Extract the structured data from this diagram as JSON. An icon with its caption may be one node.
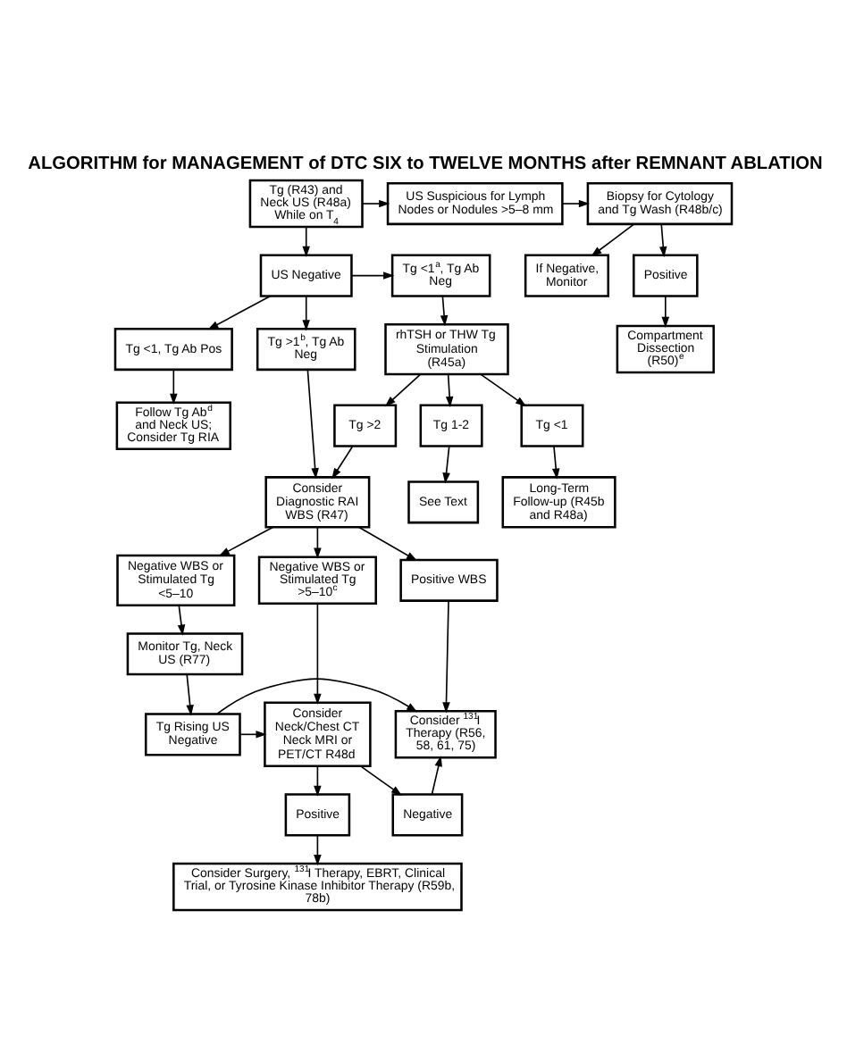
{
  "diagram": {
    "title": "ALGORITHM for MANAGEMENT of DTC SIX to TWELVE MONTHS after REMNANT ABLATION",
    "nodes": [
      {
        "text": [
          "Tg (R43) and Neck US (R48a) While on T$_{4}$"
        ]
      },
      {
        "text": [
          "US Suspicious for Lymph Nodes or Nodules >5–8 mm"
        ]
      },
      {
        "text": [
          "Biopsy for Cytology and Tg Wash (R48b/c)"
        ]
      },
      {
        "text": [
          "Tg <1$^{a}$, Tg Ab Neg"
        ]
      },
      {
        "text": [
          "US Negative"
        ]
      },
      {
        "text": [
          "If Negative, Monitor"
        ]
      },
      {
        "text": [
          "Positive"
        ]
      },
      {
        "text": [
          "Compartment Dissection (R50)$^{e}$"
        ]
      },
      {
        "text": [
          "rhTSH or THW Tg Stimulation (R45a)"
        ]
      },
      {
        "text": [
          "Tg >1$^{b}$, Tg Ab Neg"
        ]
      },
      {
        "text": [
          "Tg <1, Tg Ab Pos"
        ]
      },
      {
        "text": [
          "Tg <1"
        ]
      },
      {
        "text": [
          "Long-Term Follow-up (R45b and R48a)"
        ]
      },
      {
        "text": [
          "Tg 1-2"
        ]
      },
      {
        "text": [
          "See Text"
        ]
      },
      {
        "text": [
          "Tg >2"
        ]
      },
      {
        "text": [
          "Consider Diagnostic RAI WBS (R47)"
        ]
      },
      {
        "text": [
          "Follow Tg Ab$^{d}$ and Neck US; Consider Tg RIA"
        ]
      },
      {
        "text": [
          "Negative WBS or Stimulated Tg >5–10$^{c}$"
        ]
      },
      {
        "text": [
          "Negative WBS or Stimulated Tg <5–10"
        ]
      },
      {
        "text": [
          "Positive WBS"
        ]
      },
      {
        "text": [
          "Monitor Tg, Neck US (R77)"
        ]
      },
      {
        "text": [
          "Consider Neck/Chest CT Neck MRI or PET/CT R48d"
        ]
      },
      {
        "text": [
          "Tg Rising US Negative"
        ]
      },
      {
        "text": [
          "Consider $^{131}$I Therapy (R56, 58, 61, 75)"
        ]
      },
      {
        "text": [
          "Negative"
        ]
      },
      {
        "text": [
          "Positive"
        ]
      },
      {
        "text": [
          "Consider Surgery, $^{131}$I Therapy, EBRT, Clinical Trial, or Tyrosine Kinase Inhibitor Therapy (R59b, 78b)"
        ]
      }
    ],
    "edges": [
      {
        "from": 0,
        "to": 1,
        "arrow": "to"
      },
      {
        "from": 1,
        "to": 2,
        "arrow": "to"
      },
      {
        "from": 0,
        "to": 4,
        "arrow": "to"
      },
      {
        "from": 4,
        "to": 3,
        "arrow": "to"
      },
      {
        "from": 2,
        "to": 5,
        "arrow": "to"
      },
      {
        "from": 2,
        "to": 6,
        "arrow": "to"
      },
      {
        "from": 6,
        "to": 7,
        "arrow": "to"
      },
      {
        "from": 3,
        "to": 8,
        "arrow": "to"
      },
      {
        "from": 4,
        "to": 9,
        "arrow": "to"
      },
      {
        "from": 4,
        "to": 10,
        "arrow": "to"
      },
      {
        "from": 8,
        "to": 11,
        "arrow": "to"
      },
      {
        "from": 8,
        "to": 13,
        "arrow": "to"
      },
      {
        "from": 8,
        "to": 15,
        "arrow": "to"
      },
      {
        "from": 11,
        "to": 12,
        "arrow": "to"
      },
      {
        "from": 13,
        "to": 14,
        "arrow": "to"
      },
      {
        "from": 15,
        "to": 16,
        "arrow": "to"
      },
      {
        "from": 9,
        "to": 16,
        "arrow": "to"
      },
      {
        "from": 10,
        "to": 17,
        "arrow": "to"
      },
      {
        "from": 16,
        "to": 18,
        "arrow": "to"
      },
      {
        "from": 16,
        "to": 19,
        "arrow": "to"
      },
      {
        "from": 16,
        "to": 20,
        "arrow": "to"
      },
      {
        "from": 18,
        "to": 22,
        "arrow": "to"
      },
      {
        "from": 19,
        "to": 21,
        "arrow": "to"
      },
      {
        "from": 21,
        "to": 23,
        "arrow": "to"
      },
      {
        "from": 23,
        "to": 22,
        "arrow": "to"
      },
      {
        "from": 23,
        "to": 24,
        "arrow": "to"
      },
      {
        "from": 20,
        "to": 24,
        "arrow": "to"
      },
      {
        "from": 22,
        "to": 25,
        "arrow": "to"
      },
      {
        "from": 25,
        "to": 24,
        "arrow": "to"
      },
      {
        "from": 22,
        "to": 26,
        "arrow": "to"
      },
      {
        "from": 26,
        "to": 27,
        "arrow": "to"
      }
    ]
  }
}
